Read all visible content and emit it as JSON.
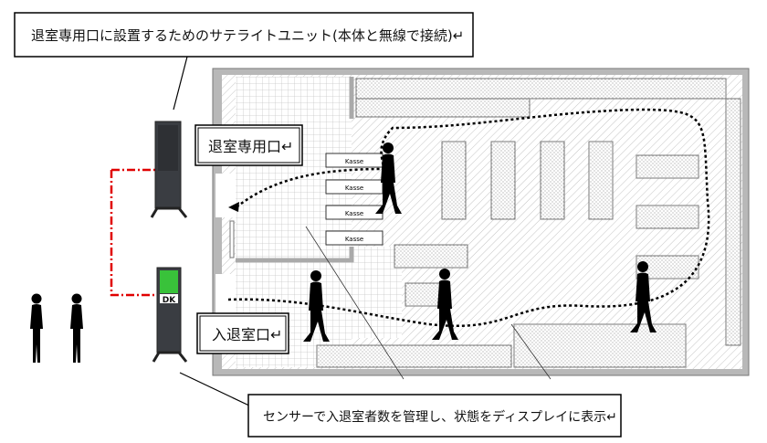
{
  "callouts": {
    "satellite": "退室専用口に設置するためのサテライトユニット(本体と無線で接続)↵",
    "sensor": "センサーで入退室者数を管理し、状態をディスプレイに表示↵"
  },
  "labels": {
    "exit_only": "退室専用口↵",
    "entry_exit": "入退室口↵"
  },
  "registers": [
    "Kasse",
    "Kasse",
    "Kasse",
    "Kasse"
  ],
  "display_logo": "DK",
  "colors": {
    "link_line": "#e00000",
    "wall": "#b0b0b0",
    "unit_body": "#3a3d42",
    "screen": "#39c23a"
  }
}
